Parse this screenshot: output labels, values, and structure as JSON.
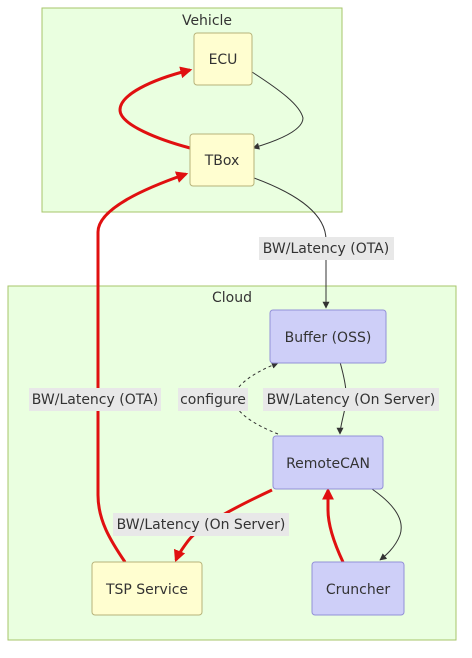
{
  "clusters": {
    "vehicle": {
      "label": "Vehicle"
    },
    "cloud": {
      "label": "Cloud"
    }
  },
  "nodes": {
    "ecu": {
      "label": "ECU"
    },
    "tbox": {
      "label": "TBox"
    },
    "buffer": {
      "label": "Buffer (OSS)"
    },
    "remotecan": {
      "label": "RemoteCAN"
    },
    "tsp": {
      "label": "TSP Service"
    },
    "cruncher": {
      "label": "Cruncher"
    }
  },
  "edges": {
    "tbox_buffer": {
      "label": "BW/Latency (OTA)"
    },
    "tsp_tbox": {
      "label": "BW/Latency (OTA)"
    },
    "remotecan_buffer": {
      "label": "configure"
    },
    "buffer_remotecan": {
      "label": "BW/Latency (On Server)"
    },
    "remotecan_tsp": {
      "label": "BW/Latency (On Server)"
    }
  },
  "colors": {
    "cluster_fill": "#eaffe0",
    "cluster_border": "#a7c46a",
    "node_yellow": "#fffed0",
    "node_purple": "#cecff8",
    "highlight_edge": "#e01010",
    "edge": "#333333"
  }
}
